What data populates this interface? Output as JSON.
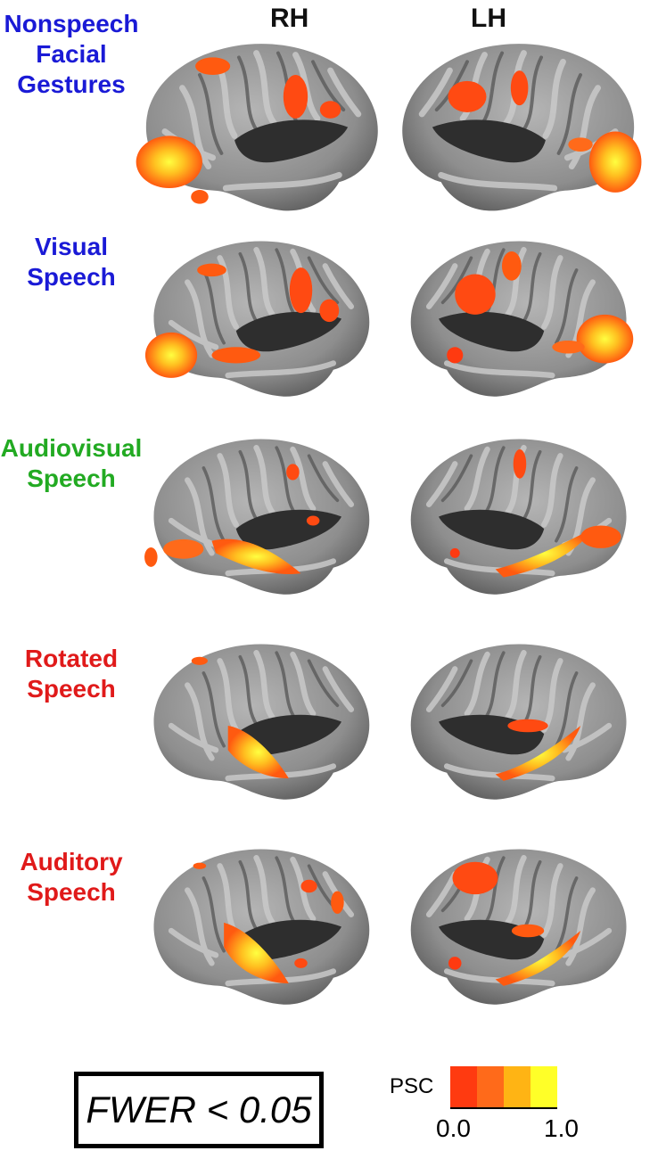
{
  "columns": {
    "right": "RH",
    "left": "LH"
  },
  "rows": [
    {
      "label": [
        "Nonspeech",
        "Facial",
        "Gestures"
      ],
      "color": "#1a1ad6"
    },
    {
      "label": [
        "Visual",
        "Speech"
      ],
      "color": "#1a1ad6"
    },
    {
      "label": [
        "Audiovisual",
        "Speech"
      ],
      "color": "#22aa22"
    },
    {
      "label": [
        "Rotated",
        "Speech"
      ],
      "color": "#e01a1a"
    },
    {
      "label": [
        "Auditory",
        "Speech"
      ],
      "color": "#e01a1a"
    }
  ],
  "threshold": "FWER < 0.05",
  "colorbar": {
    "label": "PSC",
    "min_label": "0.0",
    "max_label": "1.0",
    "colors": [
      "#ff3a10",
      "#ff6a1a",
      "#ffb414",
      "#ffff28"
    ]
  },
  "brain_colors": {
    "surface": "#9a9a9a",
    "sulcus": "#4a4a4a",
    "gyrus": "#c4c4c4"
  }
}
